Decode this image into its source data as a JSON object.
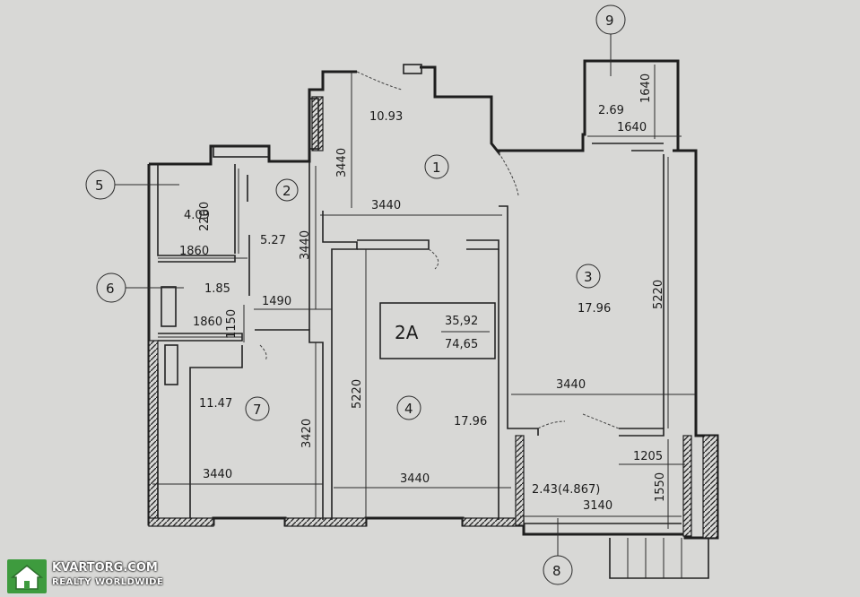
{
  "summary": {
    "apartment": "2A",
    "living_area": "35,92",
    "total_area": "74,65"
  },
  "rooms": [
    {
      "id": "1",
      "area": "10.93"
    },
    {
      "id": "2",
      "area": "5.27"
    },
    {
      "id": "3",
      "area": "17.96"
    },
    {
      "id": "4",
      "area": "17.96"
    },
    {
      "id": "5",
      "area": "4.09"
    },
    {
      "id": "6",
      "area": "1.85"
    },
    {
      "id": "7",
      "area": "11.47"
    },
    {
      "id": "8",
      "area": "2.43(4.867)"
    },
    {
      "id": "9",
      "area": "2.69"
    }
  ],
  "dimensions": {
    "d3440_room1_v": "3440",
    "d3440_room1_h": "3440",
    "d3440_room2_v": "3440",
    "d2200": "2200",
    "d1860_a": "1860",
    "d1860_b": "1860",
    "d1150": "1150",
    "d1490": "1490",
    "d5220_room4": "5220",
    "d5220_room3": "5220",
    "d3420": "3420",
    "d3440_room7": "3440",
    "d3440_room4": "3440",
    "d3440_room3": "3440",
    "d1640_v": "1640",
    "d1640_h": "1640",
    "d1205": "1205",
    "d1550": "1550",
    "d3140": "3140"
  },
  "watermark": {
    "title": "KVARTORG.COM",
    "subtitle": "REALTY WORLDWIDE",
    "color": "#3e9b3e"
  }
}
